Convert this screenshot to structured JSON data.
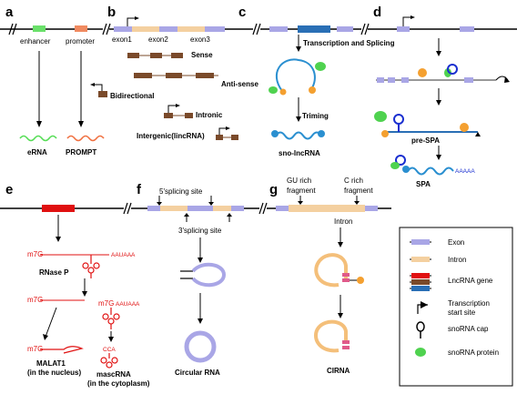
{
  "panels": {
    "a": "a",
    "b": "b",
    "c": "c",
    "d": "d",
    "e": "e",
    "f": "f",
    "g": "g"
  },
  "a": {
    "enhancer": "enhancer",
    "promoter": "promoter",
    "erna": "eRNA",
    "prompt": "PROMPT"
  },
  "b": {
    "exon1": "exon1",
    "exon2": "exon2",
    "exon3": "exon3",
    "sense": "Sense",
    "antisense": "Anti-sense",
    "bidirectional": "Bidirectional",
    "intronic": "Intronic",
    "intergenic": "Intergenic(lincRNA)"
  },
  "c": {
    "transcription": "Transcription and Splicing",
    "triming": "Triming",
    "sno_lncrna": "sno-lncRNA"
  },
  "d": {
    "pre_spa": "pre-SPA",
    "spa": "SPA",
    "polya": "AAAAA"
  },
  "e": {
    "cap": "m7G",
    "signal": "AAUAAA",
    "rnase_p": "RNase P",
    "cca": "CCA",
    "malat1": "MALAT1",
    "malat1_location": "(in the nucleus)",
    "mascrna": "mascRNA",
    "mascrna_location": "(in the cytoplasm)"
  },
  "f": {
    "five_site": "5'splicing site",
    "three_site": "3'splicing site",
    "circular_rna": "Circular RNA"
  },
  "g": {
    "gu_line1": "GU rich",
    "gu_line2": "fragment",
    "c_line1": "C rich",
    "c_line2": "fragment",
    "intron": "Intron",
    "cirna": "CIRNA"
  },
  "legend": {
    "exon": "Exon",
    "intron": "Intron",
    "lncrna_gene": "LncRNA gene",
    "tss_line1": "Transcription",
    "tss_line2": "start site",
    "snorna_cap": "snoRNA cap",
    "snorna_protein": "snoRNA protein"
  },
  "colors": {
    "exon": "#a9a6e6",
    "intron": "#f4d0a0",
    "lncrna_red": "#e01010",
    "lncrna_brown": "#7a4a2a",
    "lncrna_blue": "#2a6fb5",
    "snorna_protein": "#4fd24f",
    "snorna_end": "#f4a030",
    "erna": "#55dd55",
    "prompt": "#f07040"
  }
}
